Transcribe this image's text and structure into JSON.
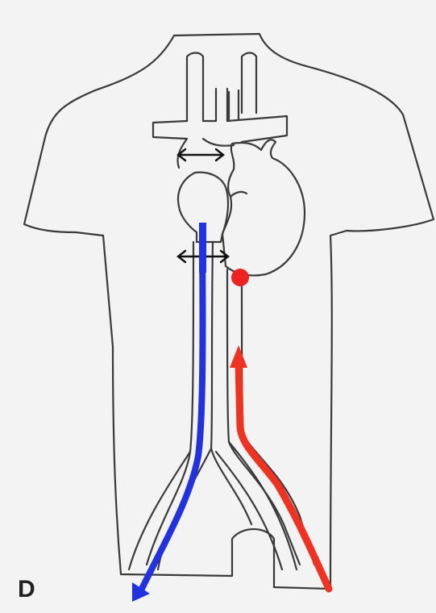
{
  "panel_label": "D",
  "colors": {
    "background": "#f3f3f3",
    "outline": "#3a3a3a",
    "venous_flow": "#2233dd",
    "arterial_flow": "#ee3322",
    "measurement": "#111111"
  },
  "icons": {
    "upper_measurement": "double-headed-arrow",
    "lower_measurement": "double-headed-arrow",
    "marker": "red-dot"
  }
}
